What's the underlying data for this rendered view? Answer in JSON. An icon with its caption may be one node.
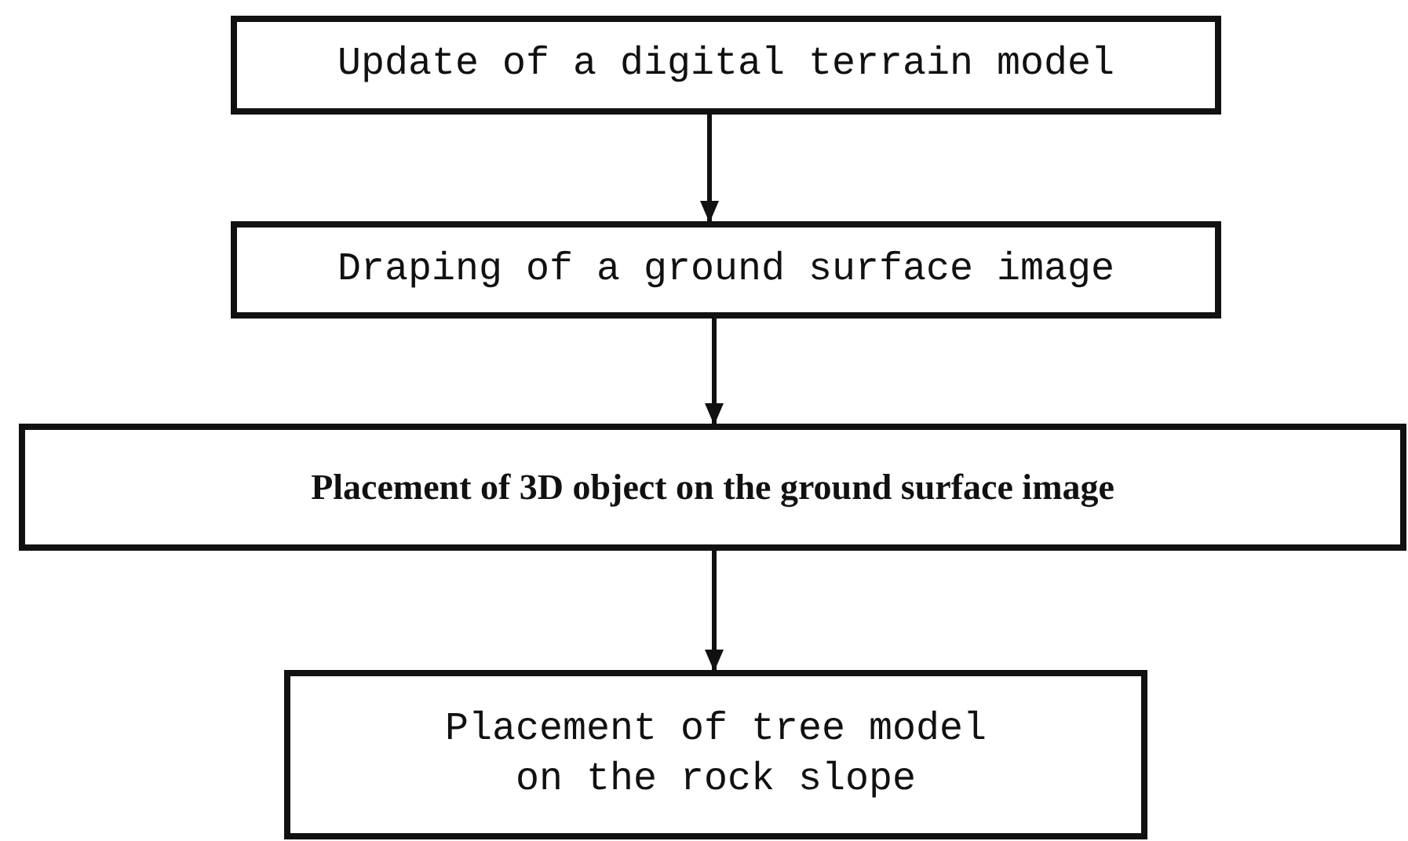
{
  "diagram": {
    "nodes": [
      {
        "text": [
          "Update of a digital terrain model"
        ]
      },
      {
        "text": [
          "Draping of a ground surface image"
        ]
      },
      {
        "text": [
          "Placement of 3D object on the ground surface image"
        ]
      },
      {
        "text": [
          "Placement of tree model on the rock slope"
        ]
      }
    ],
    "edges": [
      {
        "from": 0,
        "to": 1,
        "arrow": "to"
      },
      {
        "from": 1,
        "to": 2,
        "arrow": "to"
      },
      {
        "from": 2,
        "to": 3,
        "arrow": "to"
      }
    ]
  }
}
